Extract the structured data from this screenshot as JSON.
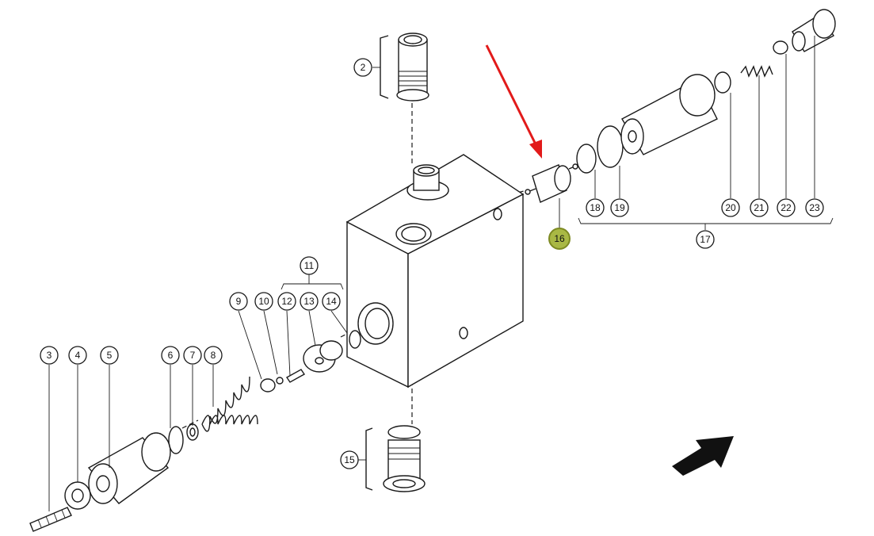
{
  "colors": {
    "line": "#1a1a1a",
    "highlight": "#a9b844",
    "arrow_red": "#e21a1a",
    "direction_arrow": "#111111"
  },
  "callouts": [
    {
      "id": "2",
      "label": "2"
    },
    {
      "id": "3",
      "label": "3"
    },
    {
      "id": "4",
      "label": "4"
    },
    {
      "id": "5",
      "label": "5"
    },
    {
      "id": "6",
      "label": "6"
    },
    {
      "id": "7",
      "label": "7"
    },
    {
      "id": "8",
      "label": "8"
    },
    {
      "id": "9",
      "label": "9"
    },
    {
      "id": "10",
      "label": "10"
    },
    {
      "id": "11",
      "label": "11"
    },
    {
      "id": "12",
      "label": "12"
    },
    {
      "id": "13",
      "label": "13"
    },
    {
      "id": "14",
      "label": "14"
    },
    {
      "id": "15",
      "label": "15"
    },
    {
      "id": "16",
      "label": "16",
      "highlighted": true
    },
    {
      "id": "17",
      "label": "17"
    },
    {
      "id": "18",
      "label": "18"
    },
    {
      "id": "19",
      "label": "19"
    },
    {
      "id": "20",
      "label": "20"
    },
    {
      "id": "21",
      "label": "21"
    },
    {
      "id": "22",
      "label": "22"
    },
    {
      "id": "23",
      "label": "23"
    }
  ],
  "pointer_arrow": {
    "icon": "red-pointer-arrow-icon",
    "target": "16"
  },
  "direction_indicator": {
    "icon": "flow-direction-arrow-icon"
  }
}
